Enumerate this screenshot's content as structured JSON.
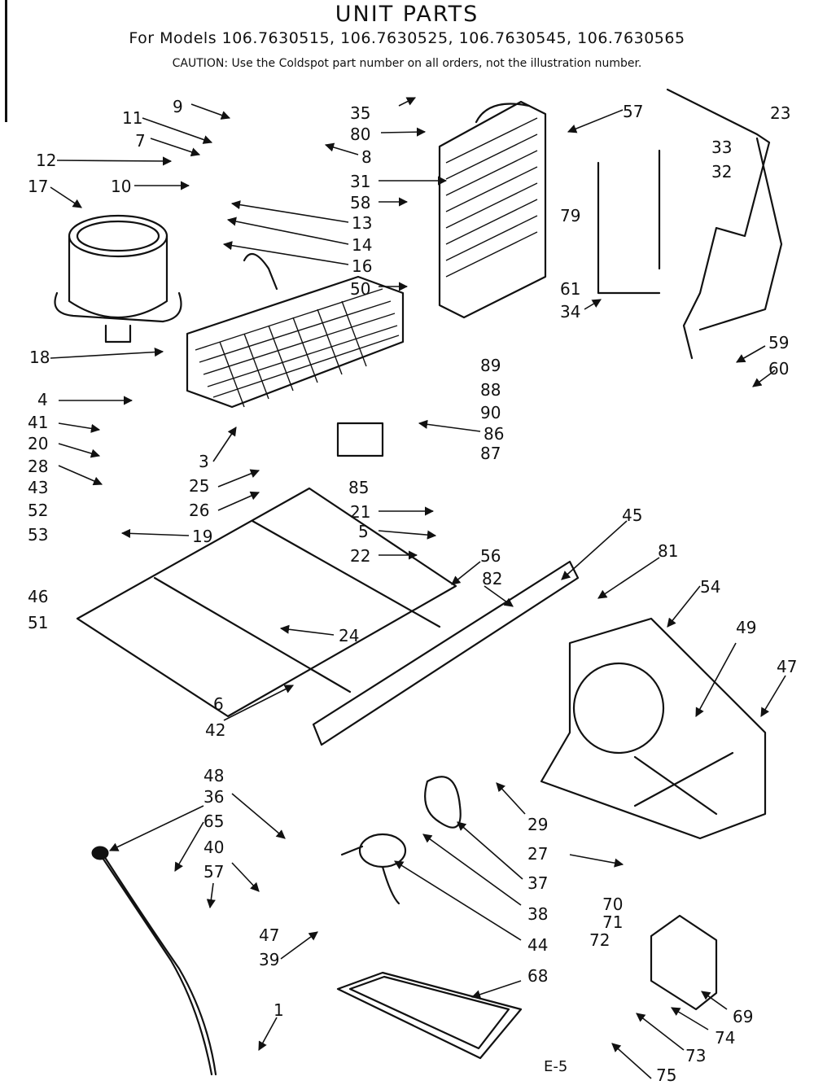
{
  "header": {
    "title": "UNIT PARTS",
    "models": "For Models 106.7630515, 106.7630525, 106.7630545, 106.7630565",
    "caution": "CAUTION: Use the Coldspot part number on all orders, not the illustration number."
  },
  "page_ref": "E-5",
  "callouts": [
    "9",
    "11",
    "7",
    "12",
    "10",
    "17",
    "8",
    "35",
    "80",
    "31",
    "57",
    "23",
    "33",
    "32",
    "58",
    "13",
    "14",
    "16",
    "79",
    "61",
    "50",
    "34",
    "18",
    "89",
    "88",
    "59",
    "60",
    "90",
    "4",
    "41",
    "20",
    "28",
    "3",
    "86",
    "87",
    "85",
    "25",
    "26",
    "43",
    "52",
    "53",
    "21",
    "5",
    "19",
    "22",
    "45",
    "46",
    "56",
    "81",
    "51",
    "82",
    "54",
    "24",
    "49",
    "47",
    "6",
    "42",
    "48",
    "36",
    "65",
    "40",
    "29",
    "57",
    "27",
    "37",
    "47",
    "38",
    "39",
    "44",
    "70",
    "71",
    "72",
    "68",
    "69",
    "1",
    "74",
    "73",
    "75"
  ]
}
